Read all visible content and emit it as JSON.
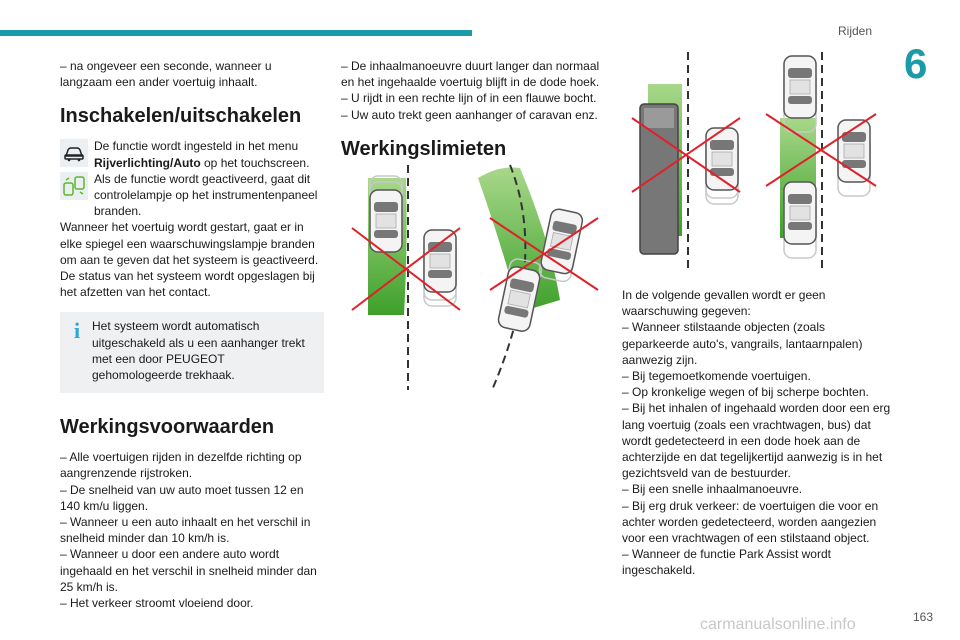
{
  "header": {
    "section": "Rijden",
    "chapter": "6"
  },
  "col1": {
    "intro": "– na ongeveer een seconde, wanneer u langzaam een ander voertuig inhaalt.",
    "h_switch": "Inschakelen/uitschakelen",
    "row1_pre": "De functie wordt ingesteld in het menu ",
    "row1_bold": "Rijverlichting/Auto",
    "row1_post": " op het touchscreen.",
    "row2": "Als de functie wordt geactiveerd, gaat dit controlelampje op het instrumentenpaneel branden.",
    "para_start": "Wanneer het voertuig wordt gestart, gaat er in elke spiegel een waarschuwingslampje branden om aan te geven dat het systeem is geactiveerd.",
    "para_status": "De status van het systeem wordt opgeslagen bij het afzetten van het contact.",
    "info": "Het systeem wordt automatisch uitgeschakeld als u een aanhanger trekt met een door PEUGEOT gehomologeerde trekhaak.",
    "h_cond": "Werkingsvoorwaarden",
    "cond": [
      "– Alle voertuigen rijden in dezelfde richting op aangrenzende rijstroken.",
      "– De snelheid van uw auto moet tussen 12 en 140 km/u liggen.",
      "– Wanneer u een auto inhaalt en het verschil in snelheid minder dan 10 km/h is.",
      "– Wanneer u door een andere auto wordt ingehaald en het verschil in snelheid minder dan 25 km/h is.",
      "– Het verkeer stroomt vloeiend door."
    ]
  },
  "col2": {
    "lines": [
      "– De inhaalmanoeuvre duurt langer dan normaal en het ingehaalde voertuig blijft in de dode hoek.",
      "– U rijdt in een rechte lijn of in een flauwe bocht.",
      "– Uw auto trekt geen aanhanger of caravan enz."
    ],
    "h_limits": "Werkingslimieten"
  },
  "col3": {
    "intro": "In de volgende gevallen wordt er geen waarschuwing gegeven:",
    "lines": [
      "– Wanneer stilstaande objecten (zoals geparkeerde auto's, vangrails, lantaarnpalen) aanwezig zijn.",
      "– Bij tegemoetkomende voertuigen.",
      "– Op kronkelige wegen of bij scherpe bochten.",
      "– Bij het inhalen of ingehaald worden door een erg lang voertuig (zoals een vrachtwagen, bus) dat wordt gedetecteerd in een dode hoek aan de achterzijde en dat tegelijkertijd aanwezig is in het gezichtsveld van de bestuurder.",
      "– Bij een snelle inhaalmanoeuvre.",
      "– Bij erg druk verkeer: de voertuigen die voor en achter worden gedetecteerd, worden aangezien voor een vrachtwagen of een stilstaand object.",
      "– Wanneer de functie Park Assist wordt ingeschakeld."
    ]
  },
  "footer": {
    "page": "163",
    "watermark": "carmanualsonline.info"
  },
  "icons": [
    "car-menu-icon",
    "blind-spot-warning-lamp-icon",
    "info-icon"
  ],
  "colors": {
    "accent": "#1b9aaa",
    "info": "#2aa7d8",
    "cross": "#e0202a",
    "zone": "#5cb82e"
  }
}
